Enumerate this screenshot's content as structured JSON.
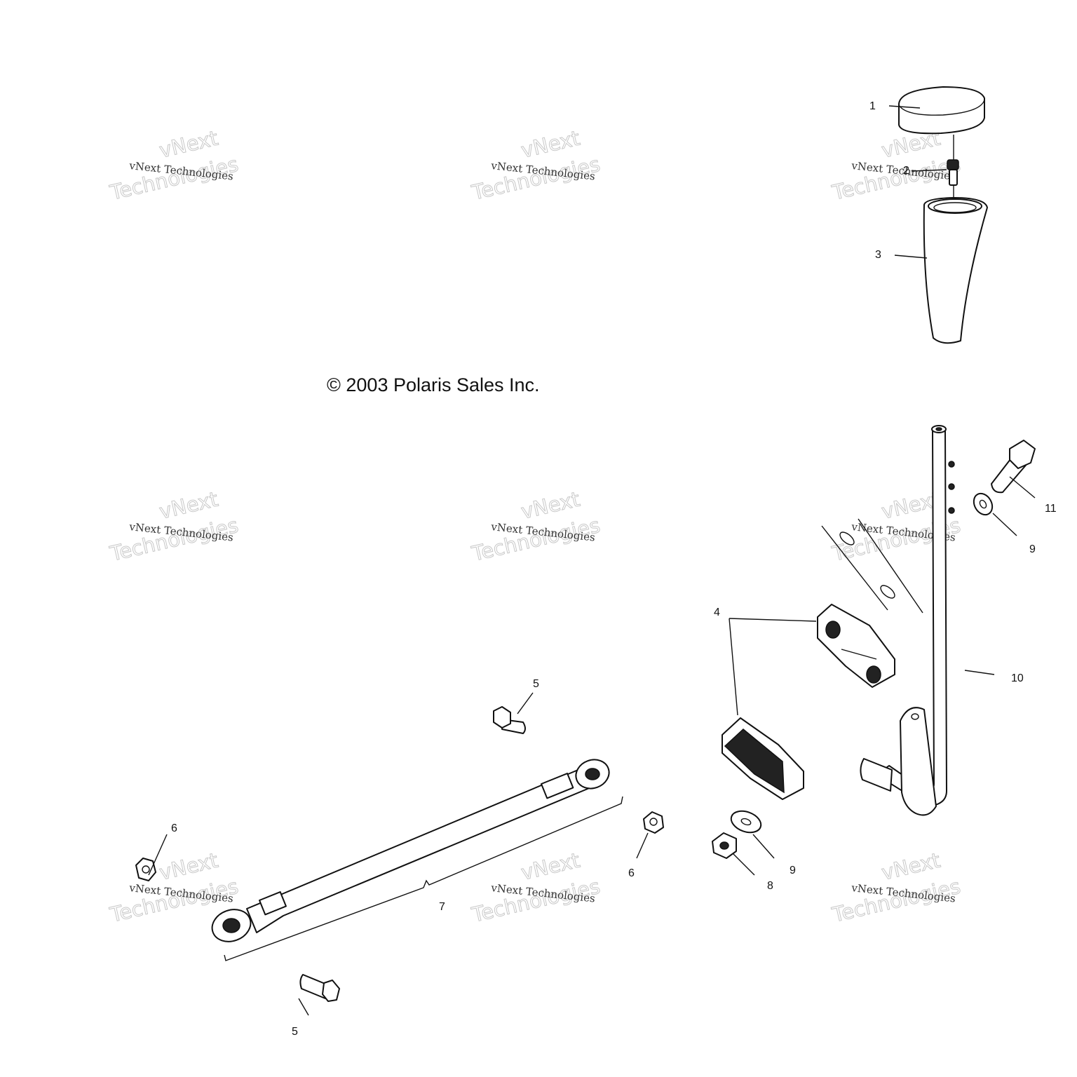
{
  "copyright": "© 2003 Polaris Sales Inc.",
  "watermark": {
    "small": "vNext Technologies",
    "big_line1": "vNext",
    "big_line2": "Technologies"
  },
  "callouts": [
    {
      "id": "1",
      "label": "1"
    },
    {
      "id": "2",
      "label": "2"
    },
    {
      "id": "3",
      "label": "3"
    },
    {
      "id": "4",
      "label": "4"
    },
    {
      "id": "5a",
      "label": "5"
    },
    {
      "id": "5b",
      "label": "5"
    },
    {
      "id": "6a",
      "label": "6"
    },
    {
      "id": "6b",
      "label": "6"
    },
    {
      "id": "7",
      "label": "7"
    },
    {
      "id": "8",
      "label": "8"
    },
    {
      "id": "9a",
      "label": "9"
    },
    {
      "id": "9b",
      "label": "9"
    },
    {
      "id": "10",
      "label": "10"
    },
    {
      "id": "11",
      "label": "11"
    }
  ],
  "colors": {
    "ink": "#111111",
    "background": "#ffffff",
    "watermark": "#c8c8c8"
  }
}
